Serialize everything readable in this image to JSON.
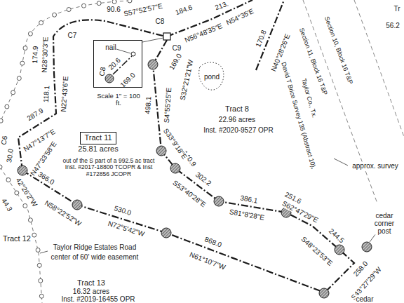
{
  "diagram": {
    "nodes": [
      {
        "text": [
          "Tract 11"
        ]
      },
      {
        "text": [
          "nail",
          "C8",
          "20.6",
          "169.0",
          "Scale 1\" = 100 ft."
        ]
      }
    ],
    "labels": [
      "90.6",
      "S57°52'57\"E",
      "C7",
      "C8",
      "184.6",
      "N56°48'35\"E",
      "213.",
      "N54°35'E",
      "170.8",
      "N40°28'26\"E",
      "C9",
      "169.0",
      "S32°21'21\"W",
      "174.9",
      "N28°30'3\"E",
      "118.1",
      "N22°43'6\"E",
      "287.9",
      "N47°13'7\"E",
      "30.0",
      "N47°33'58\"E",
      "C6",
      "42°26'2\"W",
      "44.3",
      "Tract 12",
      "366.0",
      "N58°22'52\"W",
      "25.81 acres",
      "out of the S part of a 992.5 ac tract Inst. #2017-18800 TCOPR & Inst #172856 JCOPR",
      "530.0",
      "N72°5'42\"W",
      "Taylor Ridge Estates Road",
      "center of 60' wide easement",
      "868.0",
      "N61°10'7\"W",
      "Tract 13",
      "16.32 acres",
      "Inst. #2019-16455 OPR",
      "498.1",
      "S4°55'25\"E",
      "pond",
      "Tract 8",
      "22.96 acres",
      "Inst. #2020-9527 OPR",
      "140.9",
      "S33°9'18\"E",
      "302.2",
      "S53°40'28\"E",
      "386.1",
      "S81°8'28\"E",
      "251.6",
      "S62°47'29\"E",
      "244.5",
      "S48°23'53\"E",
      "258.0",
      "S43°27'29\"W",
      "cedar corner post",
      "cedar",
      "David T Brice Survey 135 (Abstract 10),",
      "Taylor Co., Tx.",
      "Section 11, Block 16 T&P",
      "Section 10, Block 16 T&P",
      "approx. survey",
      "Tr",
      "56.2"
    ]
  }
}
